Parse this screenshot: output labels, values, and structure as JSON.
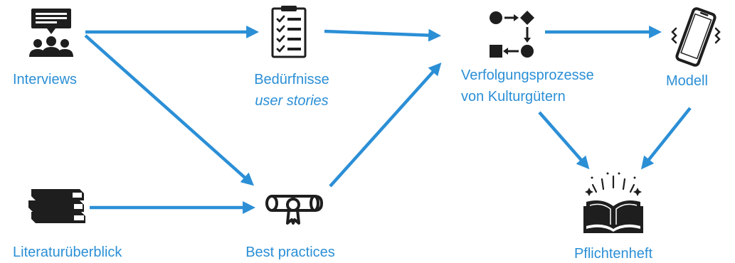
{
  "nodes": {
    "interviews": {
      "label": "Interviews",
      "icon": "interview-group-icon"
    },
    "beduerfnisse": {
      "label": "Bedürfnisse",
      "sublabel": "user stories",
      "icon": "checklist-icon"
    },
    "verfolgung": {
      "label_line1": "Verfolgungsprozesse",
      "label_line2": "von Kulturgütern",
      "icon": "process-flow-icon"
    },
    "modell": {
      "label": "Modell",
      "icon": "smartphone-vibrating-icon"
    },
    "literatur": {
      "label": "Literaturüberblick",
      "icon": "book-stack-icon"
    },
    "bestpractices": {
      "label": "Best practices",
      "icon": "certificate-scroll-icon"
    },
    "pflichtenheft": {
      "label": "Pflichtenheft",
      "icon": "open-book-icon"
    }
  },
  "colors": {
    "accent": "#2b8fd6",
    "icon": "#1e1e1e"
  },
  "edges": [
    [
      "interviews",
      "beduerfnisse"
    ],
    [
      "interviews",
      "bestpractices"
    ],
    [
      "beduerfnisse",
      "verfolgung"
    ],
    [
      "bestpractices",
      "verfolgung"
    ],
    [
      "literatur",
      "bestpractices"
    ],
    [
      "verfolgung",
      "modell"
    ],
    [
      "verfolgung",
      "pflichtenheft"
    ],
    [
      "modell",
      "pflichtenheft"
    ]
  ]
}
